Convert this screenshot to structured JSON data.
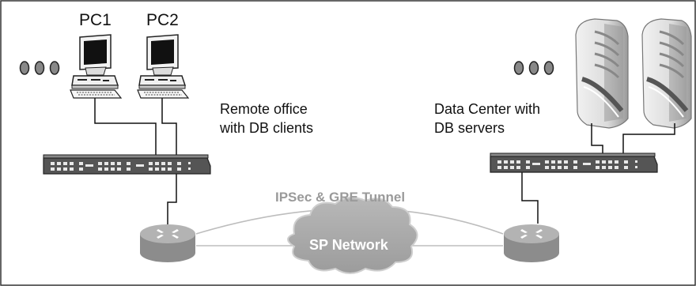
{
  "diagram": {
    "pc_labels": [
      "PC1",
      "PC2"
    ],
    "left_site": {
      "line1": "Remote office",
      "line2": "with DB clients"
    },
    "right_site": {
      "line1": "Data Center with",
      "line2": "DB servers"
    },
    "tunnel_label": "IPSec & GRE Tunnel",
    "network_label": "SP Network",
    "colors": {
      "border": "#333333",
      "cable": "#111111",
      "switch_body": "#555555",
      "router_top": "#b3b3b3",
      "router_side": "#8c8c8c",
      "cloud": "#a8a8a8",
      "tunnel_text": "#9a9a9a"
    },
    "icons": [
      "ellipsis-dots",
      "pc",
      "switch",
      "router",
      "server",
      "cloud"
    ]
  }
}
